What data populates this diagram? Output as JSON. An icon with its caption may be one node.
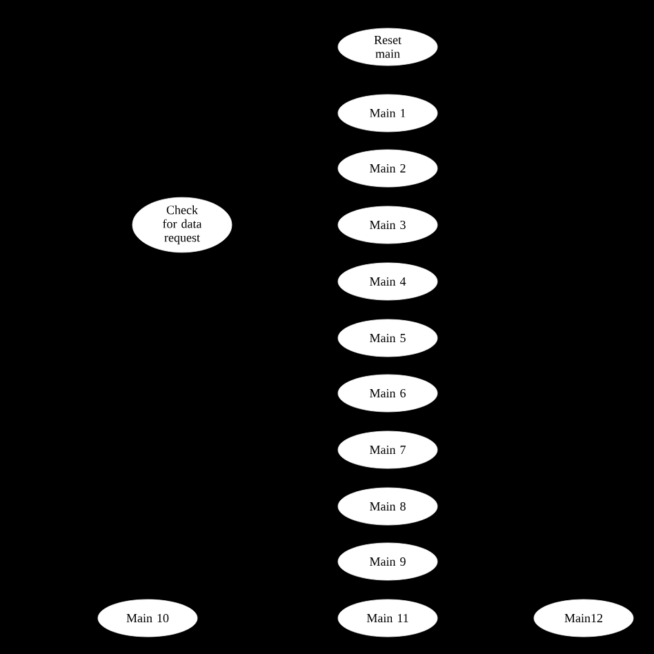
{
  "diagram": {
    "nodes": [
      {
        "text": [
          "Reset main"
        ]
      },
      {
        "text": [
          "Main 1"
        ]
      },
      {
        "text": [
          "Main 2"
        ]
      },
      {
        "text": [
          "Check for data request"
        ]
      },
      {
        "text": [
          "Main 3"
        ]
      },
      {
        "text": [
          "Main 4"
        ]
      },
      {
        "text": [
          "Main 5"
        ]
      },
      {
        "text": [
          "Main 6"
        ]
      },
      {
        "text": [
          "Main 7"
        ]
      },
      {
        "text": [
          "Main 8"
        ]
      },
      {
        "text": [
          "Main 9"
        ]
      },
      {
        "text": [
          "Main 10"
        ]
      },
      {
        "text": [
          "Main 11"
        ]
      },
      {
        "text": [
          "Main12"
        ]
      }
    ]
  }
}
